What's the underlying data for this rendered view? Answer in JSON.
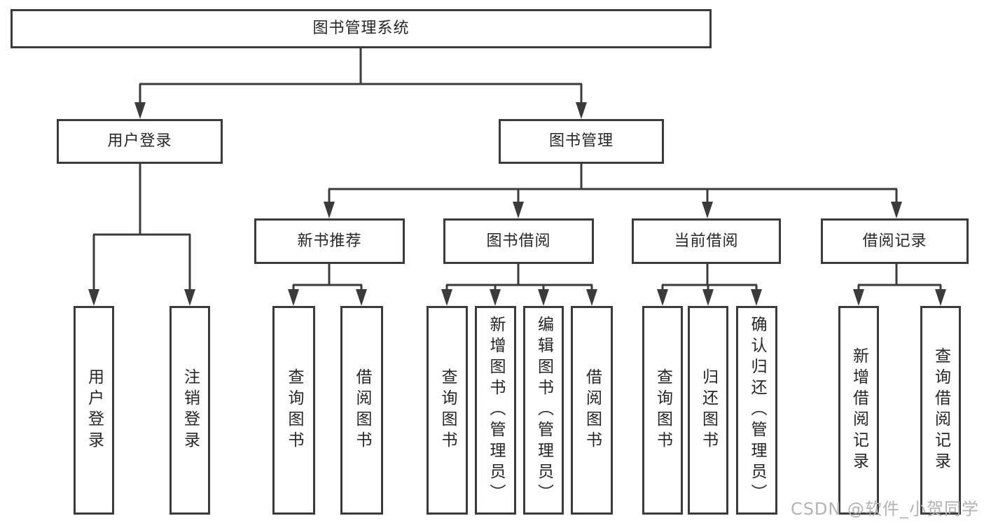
{
  "diagram_title": "图书管理系统",
  "tree": {
    "root": {
      "label": "图书管理系统"
    },
    "branches": [
      {
        "label": "用户登录",
        "children": [
          {
            "label": "用户登录"
          },
          {
            "label": "注销登录"
          }
        ]
      },
      {
        "label": "图书管理",
        "children": [
          {
            "label": "新书推荐",
            "children": [
              {
                "label": "查询图书"
              },
              {
                "label": "借阅图书"
              }
            ]
          },
          {
            "label": "图书借阅",
            "children": [
              {
                "label": "查询图书"
              },
              {
                "label": "新增图书（管理员）"
              },
              {
                "label": "编辑图书（管理员）"
              },
              {
                "label": "借阅图书"
              }
            ]
          },
          {
            "label": "当前借阅",
            "children": [
              {
                "label": "查询图书"
              },
              {
                "label": "归还图书"
              },
              {
                "label": "确认归还（管理员）"
              }
            ]
          },
          {
            "label": "借阅记录",
            "children": [
              {
                "label": "新增借阅记录"
              },
              {
                "label": "查询借阅记录"
              }
            ]
          }
        ]
      }
    ]
  },
  "watermark": "CSDN @软件_小贺同学",
  "colors": {
    "line": "#3b3b3b",
    "text": "#262626",
    "background": "#ffffff",
    "watermark": "#b3b3b3"
  }
}
